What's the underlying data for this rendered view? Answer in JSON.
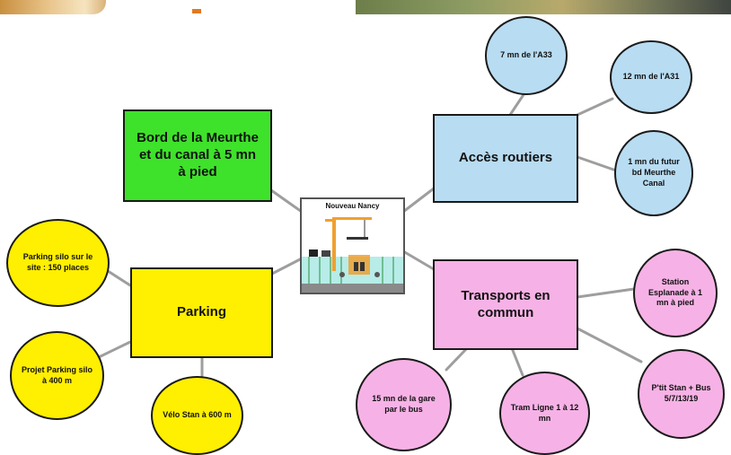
{
  "center": {
    "title": "Nouveau Nancy"
  },
  "nodes": {
    "bord_meurthe": "Bord de la Meurthe et du canal à 5 mn à pied",
    "acces_routiers": "Accès routiers",
    "a33": "7 mn de l'A33",
    "a31": "12 mn de l'A31",
    "futur_bd": "1 mn du futur bd Meurthe Canal",
    "parking": "Parking",
    "parking_silo_site": "Parking silo sur le site : 150 places",
    "projet_parking": "Projet Parking silo à 400 m",
    "velo_stan": "Vélo Stan à 600 m",
    "transports": "Transports en commun",
    "station_esplanade": "Station Esplanade à 1 mn à pied",
    "pst_stan": "P'tit Stan + Bus 5/7/13/19",
    "tram": "Tram Ligne 1 à 12 mn",
    "gare_bus": "15 mn de la gare par le bus"
  },
  "colors": {
    "green": "#3ee22a",
    "blue": "#b8dcf2",
    "yellow": "#ffef00",
    "pink": "#f6b2e6",
    "connector": "#9e9e9e"
  }
}
